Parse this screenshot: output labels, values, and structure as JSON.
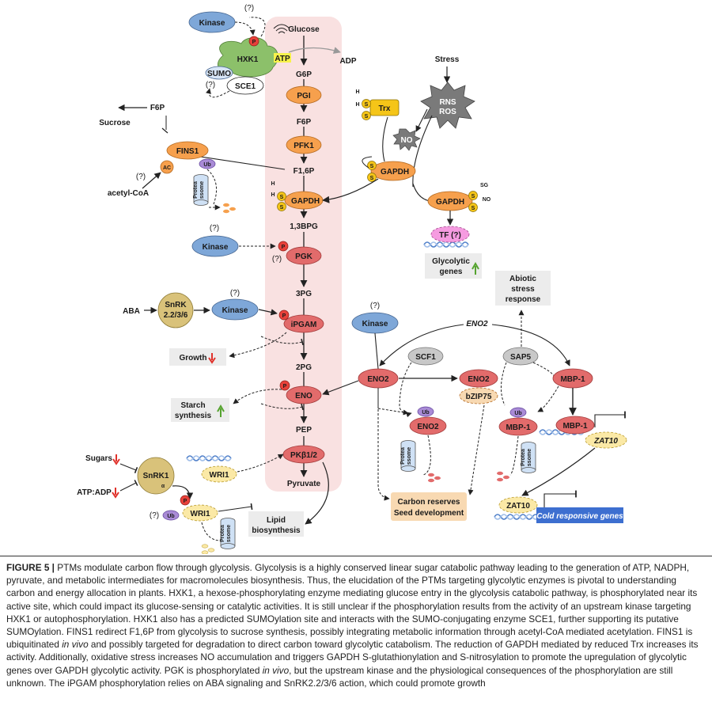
{
  "diagram": {
    "pathway": [
      "Glucose",
      "G6P",
      "F6P",
      "F1,6P",
      "1,3BPG",
      "3PG",
      "2PG",
      "PEP",
      "Pyruvate"
    ],
    "enzymes": [
      "PGI",
      "PFK1",
      "GAPDH",
      "PGK",
      "iPGAM",
      "ENO",
      "PKβ1/2"
    ],
    "labels": {
      "kinase": "Kinase",
      "question": "(?)",
      "p": "P",
      "ub": "Ub",
      "s": "S",
      "hxk1": "HXK1",
      "atp": "ATP",
      "adp": "ADP",
      "sumo": "SUMO",
      "sce1": "SCE1",
      "f6p": "F6P",
      "sucrose": "Sucrose",
      "fins1": "FINS1",
      "ac": "AC",
      "acetyl_coa": "acetyl-CoA",
      "protea": "Protea",
      "ssome": "ssome",
      "stress": "Stress",
      "rns": "RNS",
      "ros": "ROS",
      "no": "NO",
      "trx": "Trx",
      "h": "H",
      "sg": "SG",
      "gapdh": "GAPDH",
      "tf": "TF (?)",
      "glyco_genes_1": "Glycolytic",
      "glyco_genes_2": "genes",
      "snrk_1": "SnRK",
      "snrk_2": "2.2/3/6",
      "aba": "ABA",
      "growth": "Growth",
      "starch_1": "Starch",
      "starch_2": "synthesis",
      "sugars": "Sugars",
      "atpadp": "ATP:ADP",
      "snrk1": "SnRK1",
      "alpha": "α",
      "wri1": "WRI1",
      "lipid_1": "Lipid",
      "lipid_2": "biosynthesis",
      "abiotic_1": "Abiotic",
      "abiotic_2": "stress",
      "abiotic_3": "response",
      "eno2_italic": "ENO2",
      "eno2": "ENO2",
      "scf1": "SCF1",
      "bzip75": "bZIP75",
      "sap5": "SAP5",
      "mbp1": "MBP-1",
      "zat10": "ZAT10",
      "cold_genes": "Cold responsive genes",
      "carbon_1": "Carbon reserves",
      "carbon_2": "Seed development"
    },
    "colors": {
      "pathway_band": "#f9e1e1",
      "enzyme_orange": "#f6a04d",
      "enzyme_red": "#e26b6b",
      "kinase_blue": "#7ea7d8",
      "hxk_green": "#8cc06a",
      "snrk_gold": "#d9c27a",
      "phospho": "#e8413a",
      "ub_purple": "#a98bd6",
      "sulfur": "#f5c518",
      "grey_node": "#c8c8c8",
      "wri_yellow": "#fbe9a6",
      "tf_pink": "#f59be0",
      "carbon_box": "#f8d9b2",
      "dna": "#4f7fc9",
      "cold_box": "#3d6fd0",
      "stress_star": "#7a7a7a",
      "up_arrow": "#55a32f",
      "down_arrow": "#e0312a"
    }
  },
  "caption": {
    "label": "FIGURE 5 |",
    "p1": " PTMs modulate carbon flow through glycolysis. Glycolysis is a highly conserved linear sugar catabolic pathway leading to the generation of ATP, NADPH, pyruvate, and metabolic intermediates for macromolecules biosynthesis. Thus, the elucidation of the PTMs targeting glycolytic enzymes is pivotal to understanding carbon and energy allocation in plants. HXK1, a hexose-phosphorylating enzyme mediating glucose entry in the glycolysis catabolic pathway, is phosphorylated near its active site, which could impact its glucose-sensing or catalytic activities. It is still unclear if the phosphorylation results from the activity of an upstream kinase targeting HXK1 or autophosphorylation. HXK1 also has a predicted SUMOylation site and interacts with the SUMO-conjugating enzyme SCE1, further supporting its putative SUMOylation. FINS1 redirect F1,6P from glycolysis to sucrose synthesis, possibly integrating metabolic information through acetyl-CoA mediated acetylation. FINS1 is ubiquitinated ",
    "i1": "in vivo",
    "p2": " and possibly targeted for degradation to direct carbon toward glycolytic catabolism. The reduction of GAPDH mediated by reduced Trx increases its activity. Additionally, oxidative stress increases NO accumulation and triggers GAPDH S-glutathionylation and S-nitrosylation to promote the upregulation of glycolytic genes over GAPDH glycolytic activity. PGK is phosphorylated ",
    "i2": "in vivo",
    "p3": ", but the upstream kinase and the physiological consequences of the phosphorylation are still unknown. The iPGAM phosphorylation relies on ABA signaling and SnRK2.2/3/6 action, which could promote growth"
  }
}
